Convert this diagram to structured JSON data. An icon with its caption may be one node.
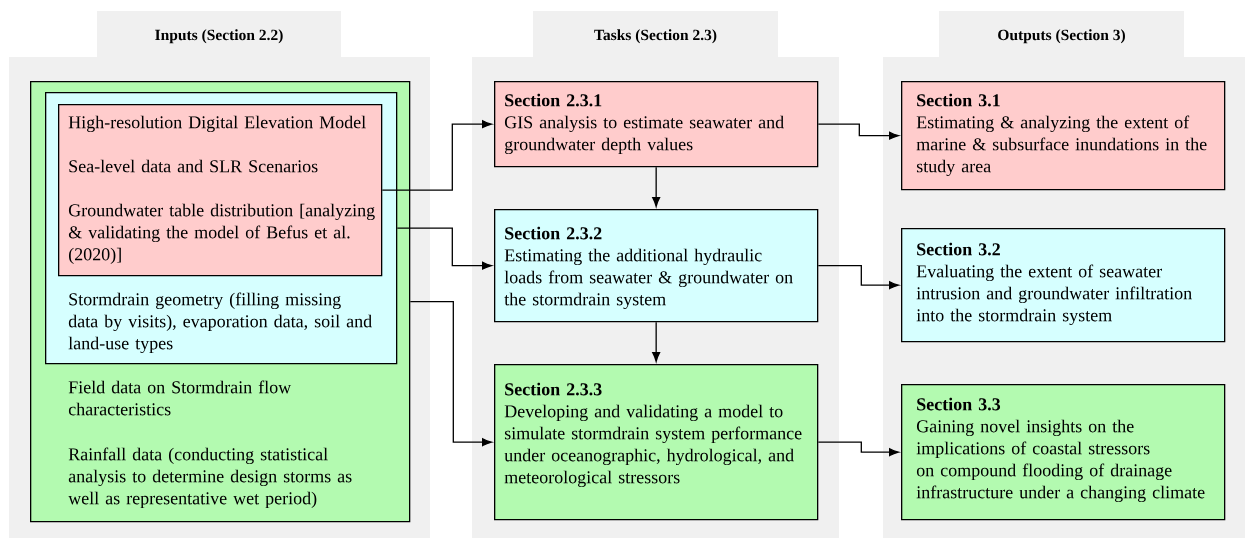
{
  "diagram": {
    "nodes": [
      {
        "text": [
          "Inputs (Section 2.2)"
        ]
      },
      {
        "text": [
          "Field data on Stormdrain flow characteristics",
          "Rainfall data (conducting statistical analysis to determine design storms as well as  representative wet period)"
        ],
        "in": 0
      },
      {
        "text": [
          "Stormdrain geometry (filling missing data by visits), evaporation data, soil and land-use types"
        ],
        "in": 1
      },
      {
        "text": [
          "High-resolution Digital Elevation Model",
          "Sea-level data and SLR Scenarios",
          "Groundwater table distribution [analyzing & validating the model of Befus et al. (2020)]"
        ],
        "in": 2
      },
      {
        "text": [
          "Tasks (Section 2.3)"
        ]
      },
      {
        "text": [
          "Section 2.3.1",
          "GIS analysis to estimate seawater and groundwater depth values"
        ],
        "in": 4
      },
      {
        "text": [
          "Section 2.3.2",
          "Estimating the additional hydraulic loads from seawater & groundwater on the stormdrain system"
        ],
        "in": 4
      },
      {
        "text": [
          "Section 2.3.3",
          "Developing and validating a model to simulate stormdrain system performance under oceanographic, hydrological, and meteorological stressors"
        ],
        "in": 4
      },
      {
        "text": [
          "Outputs (Section 3)"
        ]
      },
      {
        "text": [
          "Section 3.1",
          "Estimating & analyzing the extent of marine & subsurface inundations in the study area"
        ],
        "in": 8
      },
      {
        "text": [
          "Section 3.2",
          "Evaluating the extent of seawater intrusion and groundwater infiltration into the stormdrain system"
        ],
        "in": 8
      },
      {
        "text": [
          "Section 3.3",
          "Gaining novel insights on the implications of coastal stressors on compound flooding of drainage infrastructure under a changing climate"
        ],
        "in": 8
      }
    ],
    "edges": [
      {
        "from": 3,
        "to": 5,
        "arrow": "to"
      },
      {
        "from": 2,
        "to": 6,
        "arrow": "to"
      },
      {
        "from": 1,
        "to": 7,
        "arrow": "to"
      },
      {
        "from": 5,
        "to": 6,
        "arrow": "to"
      },
      {
        "from": 6,
        "to": 7,
        "arrow": "to"
      },
      {
        "from": 5,
        "to": 9,
        "arrow": "to"
      },
      {
        "from": 6,
        "to": 10,
        "arrow": "to"
      },
      {
        "from": 7,
        "to": 11,
        "arrow": "to"
      }
    ]
  }
}
